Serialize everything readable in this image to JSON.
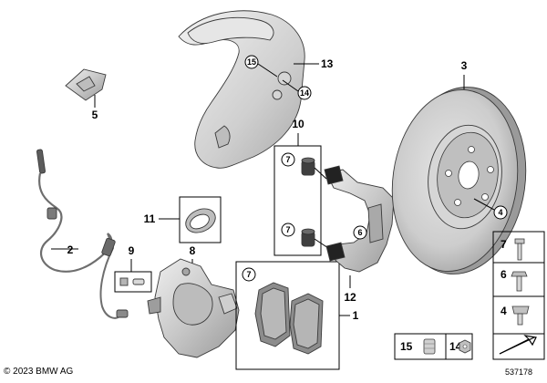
{
  "callouts": {
    "p1": "1",
    "p2": "2",
    "p3": "3",
    "p4": "4",
    "p5": "5",
    "p6": "6",
    "p7": "7",
    "p8": "8",
    "p9": "9",
    "p10": "10",
    "p11": "11",
    "p12": "12",
    "p13": "13",
    "p14": "14",
    "p15": "15"
  },
  "legend": {
    "item_7": "7",
    "item_6": "6",
    "item_4": "4",
    "item_15": "15",
    "item_14": "14"
  },
  "footer": {
    "copyright": "© 2023 BMW AG",
    "doc_id": "537178"
  },
  "colors": {
    "part_fill": "#d9d9d9",
    "part_shade": "#a8a8a8",
    "part_dark": "#7a7a7a",
    "disc_fill": "#cfcfcf",
    "legend_bg": "#f2f2f2"
  }
}
